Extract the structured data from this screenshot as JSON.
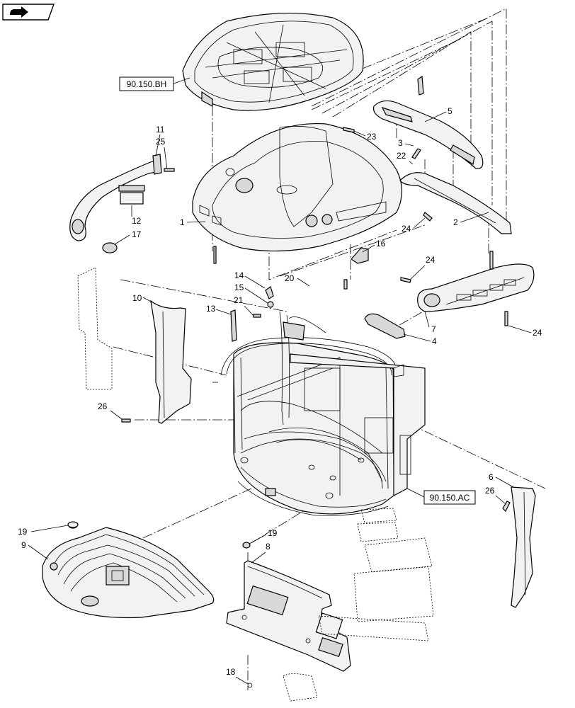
{
  "ref_labels": {
    "roof_ref": "90.150.BH",
    "cab_ref": "90.150.AC"
  },
  "callouts": {
    "c1": "1",
    "c2": "2",
    "c3": "3",
    "c4": "4",
    "c5": "5",
    "c6": "6",
    "c7": "7",
    "c8": "8",
    "c9": "9",
    "c10": "10",
    "c11": "11",
    "c12": "12",
    "c13": "13",
    "c14": "14",
    "c15": "15",
    "c16": "16",
    "c17": "17",
    "c18": "18",
    "c19a": "19",
    "c19b": "19",
    "c20": "20",
    "c21": "21",
    "c22": "22",
    "c23": "23",
    "c24a": "24",
    "c24b": "24",
    "c24c": "24",
    "c25": "25",
    "c26a": "26",
    "c26b": "26"
  },
  "icons": {
    "corner": "next-page-arrow-icon"
  }
}
